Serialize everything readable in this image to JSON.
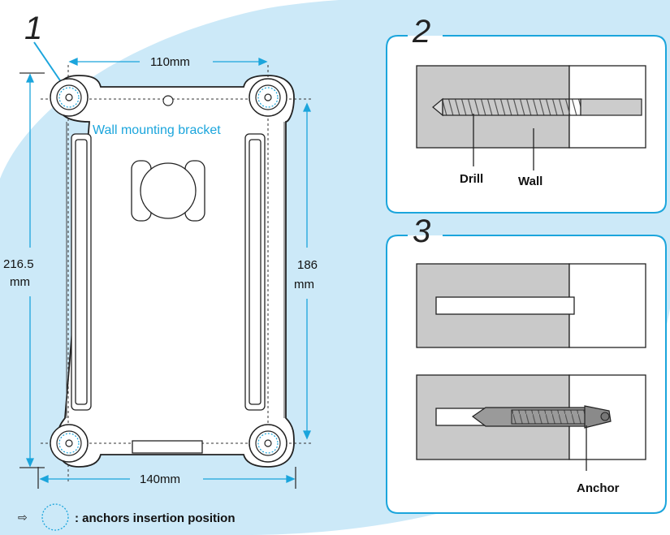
{
  "steps": {
    "one": "1",
    "two": "2",
    "three": "3"
  },
  "bracket": {
    "label": "Wall mounting bracket",
    "dim_top": "110mm",
    "dim_bottom": "140mm",
    "dim_left_value": "216.5",
    "dim_left_unit": "mm",
    "dim_right_value": "186",
    "dim_right_unit": "mm"
  },
  "step2": {
    "drill_label": "Drill",
    "wall_label": "Wall"
  },
  "step3": {
    "anchor_label": "Anchor"
  },
  "legend": {
    "arrow_icon": "⇨",
    "text": ": anchors insertion position"
  },
  "colors": {
    "accent": "#1ba5dc",
    "background_blob": "#cce9f8",
    "wall": "#c9c9c9",
    "frame": "#1ba5dc"
  }
}
